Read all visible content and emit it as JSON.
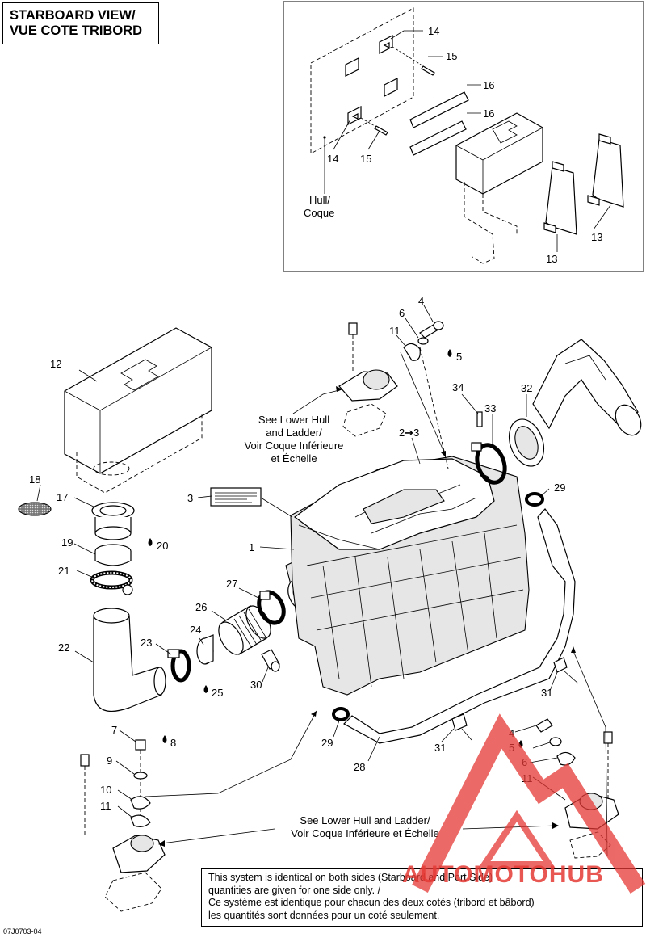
{
  "view_title": {
    "line1": "STARBOARD VIEW/",
    "line2": "VUE COTE TRIBORD"
  },
  "inset": {
    "hull_label_line1": "Hull/",
    "hull_label_line2": "Coque",
    "callouts": [
      "14",
      "15",
      "16",
      "16",
      "14",
      "15",
      "13",
      "13"
    ]
  },
  "main_callouts": {
    "c1": "1",
    "c2to3": "2➔3",
    "c3": "3",
    "c4a": "4",
    "c4b": "4",
    "c5a": "5",
    "c5b": "5",
    "c6a": "6",
    "c6b": "6",
    "c7": "7",
    "c8": "8",
    "c9": "9",
    "c10": "10",
    "c11a": "11",
    "c11b": "11",
    "c11c": "11",
    "c12": "12",
    "c17": "17",
    "c18": "18",
    "c19": "19",
    "c20": "20",
    "c21": "21",
    "c22": "22",
    "c23": "23",
    "c24": "24",
    "c25": "25",
    "c26": "26",
    "c27": "27",
    "c28": "28",
    "c29a": "29",
    "c29b": "29",
    "c30": "30",
    "c31a": "31",
    "c31b": "31",
    "c32": "32",
    "c33": "33",
    "c34": "34"
  },
  "see_lower_hull_top": {
    "line1": "See Lower Hull",
    "line2": "and Ladder/",
    "line3": "Voir Coque Inférieure",
    "line4": "et Échelle"
  },
  "see_lower_hull_bottom": {
    "line1": "See Lower Hull and Ladder/",
    "line2": "Voir Coque Inférieure et Échelle"
  },
  "note": {
    "line1": "This system is identical on both sides (Starboard and Port Side)",
    "line2": "quantities are given for one side only. /",
    "line3": "Ce système est identique pour chacun des deux cotés (tribord et bâbord)",
    "line4": "les quantités sont données pour un coté seulement."
  },
  "figure_ref": "07J0703-04",
  "watermark": {
    "text": "AUTOMOTOHUB",
    "color": "#e53935"
  }
}
